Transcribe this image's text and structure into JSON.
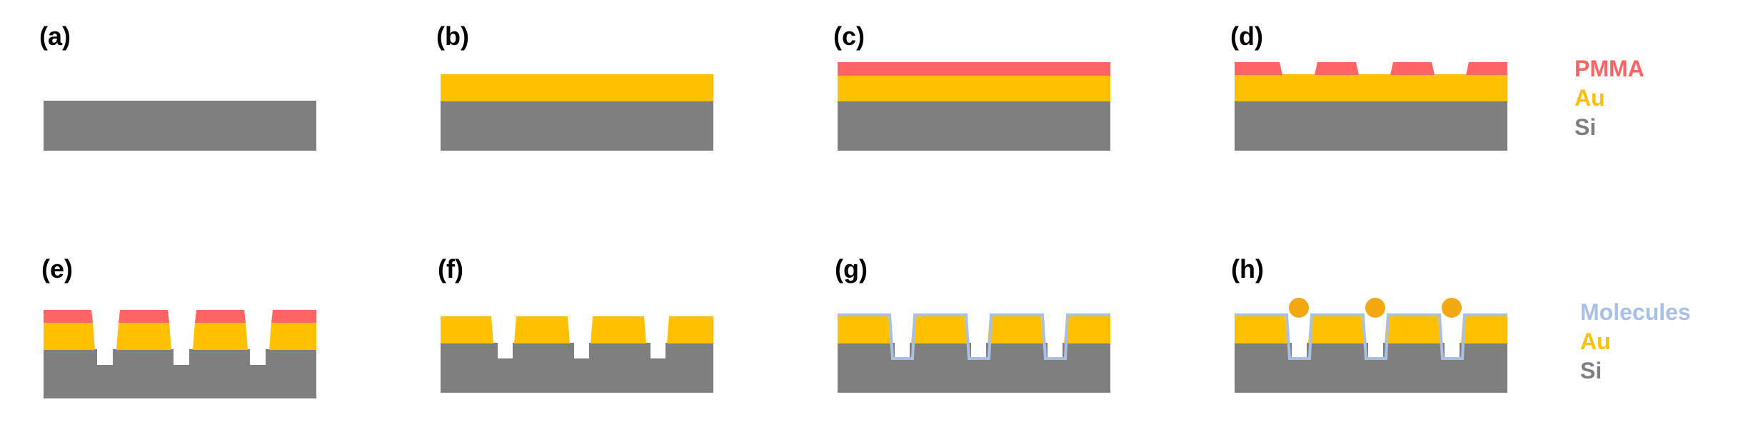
{
  "colors": {
    "si": "#7f7f7f",
    "au": "#ffc000",
    "pmma": "#ff6464",
    "molecules": "#a9c0e6",
    "nanoparticle": "#f4a912",
    "background": "#ffffff"
  },
  "panels": [
    {
      "label": "(a)",
      "layers": [
        "Si"
      ]
    },
    {
      "label": "(b)",
      "layers": [
        "Si",
        "Au"
      ]
    },
    {
      "label": "(c)",
      "layers": [
        "Si",
        "Au",
        "PMMA"
      ]
    },
    {
      "label": "(d)",
      "layers": [
        "Si",
        "Au",
        "PMMA"
      ]
    },
    {
      "label": "(e)",
      "layers": [
        "Si",
        "Au",
        "PMMA"
      ]
    },
    {
      "label": "(f)",
      "layers": [
        "Si",
        "Au"
      ]
    },
    {
      "label": "(g)",
      "layers": [
        "Si",
        "Au",
        "Molecules"
      ]
    },
    {
      "label": "(h)",
      "layers": [
        "Si",
        "Au",
        "Molecules"
      ]
    }
  ],
  "legend_top": [
    {
      "label": "PMMA",
      "color": "#ff6464"
    },
    {
      "label": "Au",
      "color": "#ffc000"
    },
    {
      "label": "Si",
      "color": "#7f7f7f"
    }
  ],
  "legend_bottom": [
    {
      "label": "Molecules",
      "color": "#a9c0e6"
    },
    {
      "label": "Au",
      "color": "#ffc000"
    },
    {
      "label": "Si",
      "color": "#7f7f7f"
    }
  ]
}
